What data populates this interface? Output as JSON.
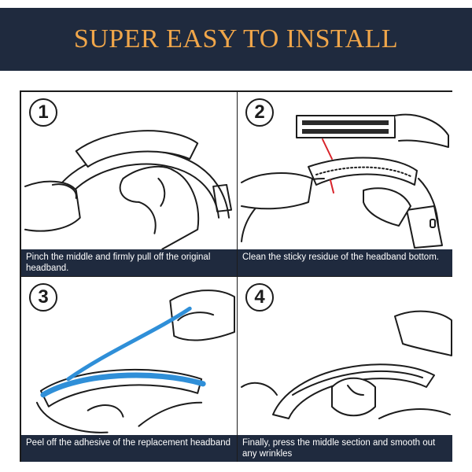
{
  "banner": {
    "title": "SUPER EASY TO INSTALL"
  },
  "steps": [
    {
      "number": "1",
      "caption": "Pinch the middle and firmly pull off the original headband."
    },
    {
      "number": "2",
      "caption": "Clean the sticky residue of the headband bottom."
    },
    {
      "number": "3",
      "caption": "Peel off the adhesive of the replacement headband"
    },
    {
      "number": "4",
      "caption": "Finally, press the middle section and smooth out any wrinkles"
    }
  ],
  "colors": {
    "banner_bg": "#1f2a3e",
    "banner_text": "#f0a64a",
    "caption_bg": "#1f2a3e",
    "adhesive_blue": "#2f8fd8",
    "arrow_red": "#d8232a"
  }
}
